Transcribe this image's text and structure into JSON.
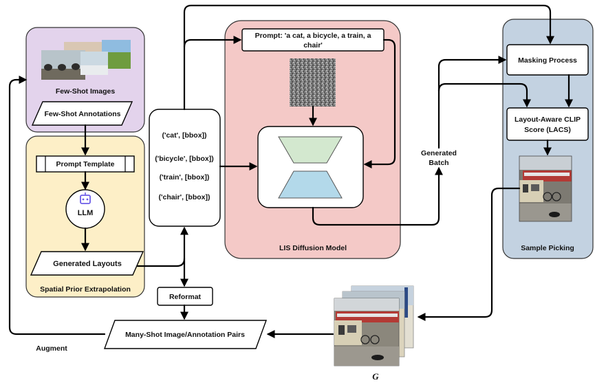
{
  "regions": {
    "few_shot": {
      "images_label": "Few-Shot Images",
      "annotations_label": "Few-Shot Annotations",
      "color": "#e3d3ec"
    },
    "spatial_prior": {
      "label": "Spatial Prior Extrapolation",
      "prompt_template": "Prompt Template",
      "llm": "LLM",
      "generated_layouts": "Generated Layouts",
      "color": "#fdefc7"
    },
    "lis_model": {
      "label": "LIS Diffusion Model",
      "prompt_line1": "Prompt: 'a cat, a bicycle, a train, a",
      "prompt_line2": "chair'",
      "color": "#f4c9c7"
    },
    "sample_picking": {
      "label": "Sample Picking",
      "masking": "Masking Process",
      "lacs_line1": "Layout-Aware CLIP",
      "lacs_line2": "Score (LACS)",
      "color": "#c3d2e1"
    }
  },
  "layouts": [
    "('cat', [bbox])",
    "('bicycle', [bbox])",
    "('train', [bbox])",
    "('chair', [bbox])"
  ],
  "generated_batch": [
    "Generated",
    "Batch"
  ],
  "reformat": "Reformat",
  "many_shot": "Many-Shot Image/Annotation Pairs",
  "augment": "Augment",
  "g_label": "G",
  "colors": {
    "encoder": "#d3e8cf",
    "decoder": "#b3d9ea",
    "llm_icon": "#6c5ce7"
  }
}
